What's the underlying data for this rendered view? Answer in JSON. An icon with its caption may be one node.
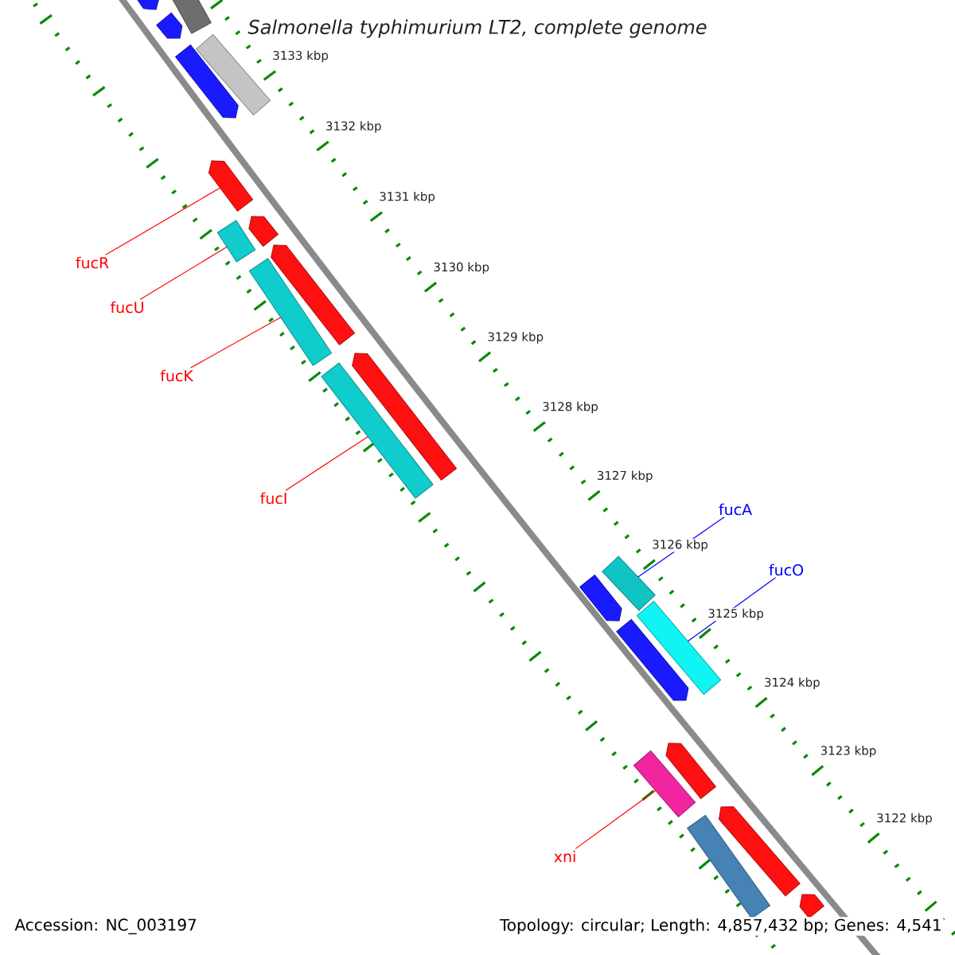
{
  "diagram": {
    "title": "Salmonella typhimurium LT2, complete genome",
    "nodes": [
      {
        "text": [
          "fucR"
        ]
      },
      {
        "text": [
          "fucU"
        ]
      },
      {
        "text": [
          "fucK"
        ]
      },
      {
        "text": [
          "fucI"
        ]
      },
      {
        "text": [
          "fucA"
        ]
      },
      {
        "text": [
          "fucO"
        ]
      },
      {
        "text": [
          "xni"
        ]
      },
      {
        "text": [],
        "shape": "bar"
      },
      {
        "text": [],
        "shape": "bar"
      },
      {
        "text": [],
        "shape": "bar"
      },
      {
        "text": [],
        "shape": "bar"
      },
      {
        "text": [],
        "shape": "bar"
      },
      {
        "text": [],
        "shape": "bar"
      },
      {
        "text": [],
        "shape": "bar"
      },
      {
        "text": [],
        "shape": "bar"
      },
      {
        "text": [],
        "shape": "bar"
      },
      {
        "text": [],
        "shape": "bar"
      },
      {
        "text": [],
        "shape": "bar"
      },
      {
        "text": [],
        "shape": "bar"
      },
      {
        "text": [],
        "shape": "bar"
      },
      {
        "text": [],
        "shape": "bar"
      },
      {
        "text": [],
        "shape": "bar"
      },
      {
        "text": [],
        "shape": "bar"
      },
      {
        "text": [],
        "shape": "bar"
      },
      {
        "text": [],
        "shape": "bar"
      },
      {
        "text": [],
        "shape": "bar"
      },
      {
        "text": [],
        "shape": "bar"
      },
      {
        "text": [],
        "shape": "bar"
      }
    ],
    "edges": [
      {
        "from": 0,
        "to": 12,
        "arrow": "none"
      },
      {
        "from": 1,
        "to": 16,
        "arrow": "none"
      },
      {
        "from": 2,
        "to": 17,
        "arrow": "none"
      },
      {
        "from": 3,
        "to": 18,
        "arrow": "none"
      },
      {
        "from": 4,
        "to": 19,
        "arrow": "none",
        "color": "#0000ff"
      },
      {
        "from": 5,
        "to": 20,
        "arrow": "none",
        "color": "#0000ff"
      },
      {
        "from": 6,
        "to": 24,
        "arrow": "none"
      }
    ],
    "labels": [
      "3133 kbp",
      "3132 kbp",
      "3131 kbp",
      "3130 kbp",
      "3129 kbp",
      "3128 kbp",
      "3127 kbp",
      "3126 kbp",
      "3125 kbp",
      "3124 kbp",
      "3123 kbp",
      "3122 kbp",
      "Accession: NC_003197",
      "Topology: circular; Length: 4,857,432 bp; Genes: 4,541"
    ]
  }
}
